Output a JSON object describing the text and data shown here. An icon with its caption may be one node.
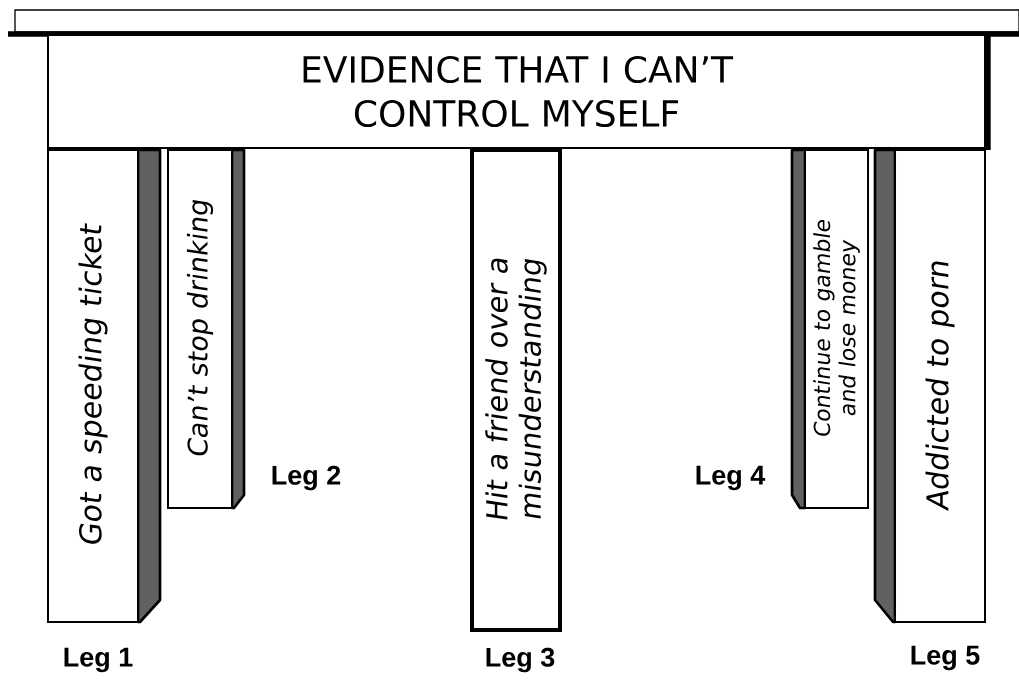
{
  "diagram": {
    "nodes": [
      {
        "text": [
          "EVIDENCE THAT I CAN’T CONTROL MYSELF"
        ]
      },
      {
        "text": [
          "Got a speeding ticket"
        ],
        "beside": [
          "Leg 1"
        ]
      },
      {
        "text": [
          "Can’t stop drinking"
        ],
        "beside": [
          "Leg 2"
        ]
      },
      {
        "text": [
          "Hit a friend over a misunderstanding"
        ],
        "beside": [
          "Leg 3"
        ]
      },
      {
        "text": [
          "Continue to gamble and lose money"
        ],
        "beside": [
          "Leg 4"
        ]
      },
      {
        "text": [
          "Addicted to porn"
        ],
        "beside": [
          "Leg 5"
        ]
      }
    ]
  }
}
